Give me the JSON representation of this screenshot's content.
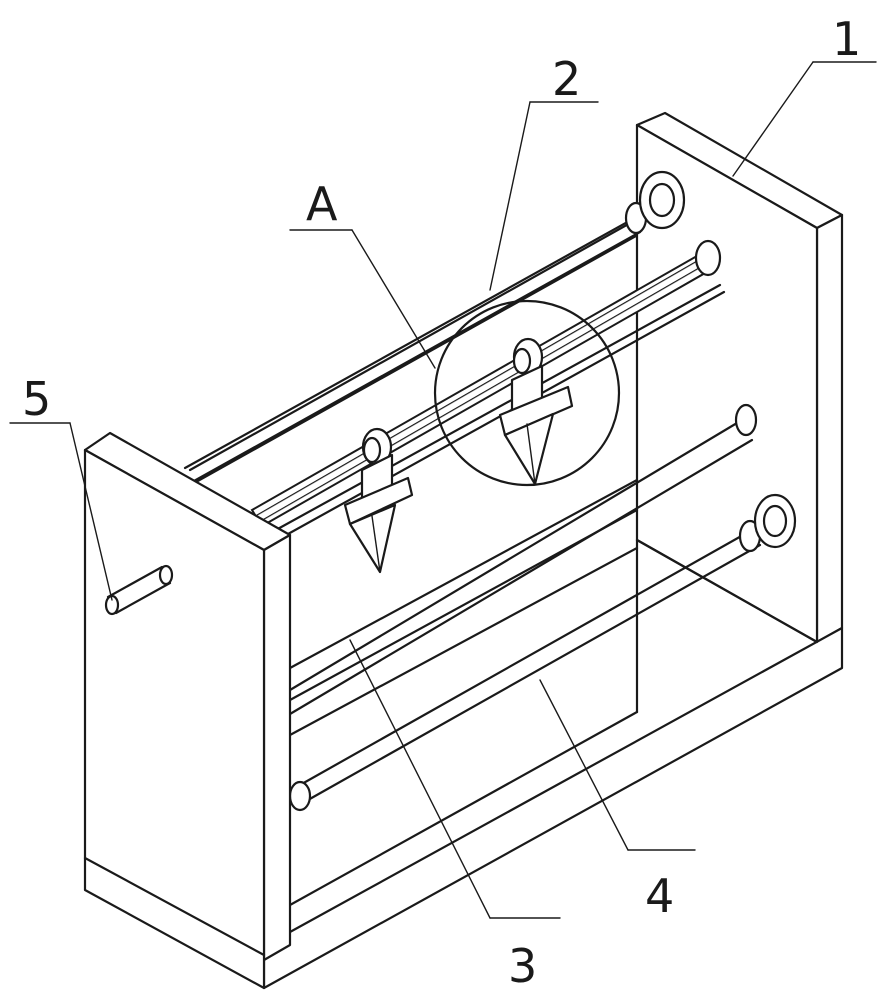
{
  "labels": {
    "l1": "1",
    "l2": "2",
    "lA": "A",
    "l3": "3",
    "l4": "4",
    "l5": "5"
  }
}
